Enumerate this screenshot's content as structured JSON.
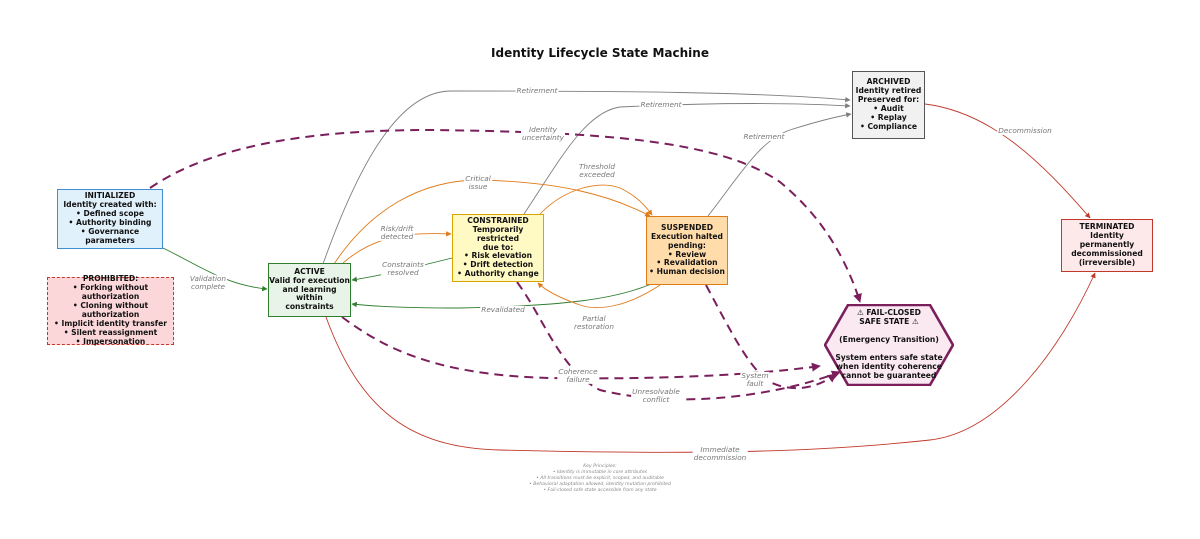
{
  "diagram": {
    "title": "Identity Lifecycle State Machine",
    "colors": {
      "gray": "#7f7f7f",
      "green": "#2f7d2f",
      "orange": "#e07b1a",
      "red": "#c0392b",
      "purple": "#7a1f5c"
    },
    "nodes": {
      "initialized": "INITIALIZED\nIdentity created with:\n• Defined scope\n• Authority binding\n• Governance parameters",
      "active": "ACTIVE\nValid for execution\nand learning within\nconstraints",
      "constrained": "CONSTRAINED\nTemporarily restricted\ndue to:\n• Risk elevation\n• Drift detection\n• Authority change",
      "suspended": "SUSPENDED\nExecution halted\npending:\n• Review\n• Revalidation\n• Human decision",
      "archived": "ARCHIVED\nIdentity retired\nPreserved for:\n• Audit\n• Replay\n• Compliance",
      "terminated": "TERMINATED\nIdentity permanently\ndecommissioned\n(irreversible)",
      "prohibited": "PROHIBITED:\n• Forking without authorization\n• Cloning without authorization\n• Implicit identity transfer\n• Silent reassignment\n• Impersonation",
      "failclosed": "⚠ FAIL-CLOSED\nSAFE STATE ⚠\n\n(Emergency Transition)\n\nSystem enters safe state\nwhen identity coherence\ncannot be guaranteed"
    },
    "edge_labels": {
      "validation_complete": "Validation\ncomplete",
      "risk_drift_detected": "Risk/drift\ndetected",
      "constraints_resolved": "Constraints\nresolved",
      "critical_issue": "Critical\nissue",
      "threshold_exceeded": "Threshold\nexceeded",
      "revalidated": "Revalidated",
      "partial_restoration": "Partial\nrestoration",
      "retirement_active": "Retirement",
      "retirement_constrained": "Retirement",
      "retirement_suspended": "Retirement",
      "decommission": "Decommission",
      "immediate_decommission": "Immediate\ndecommission",
      "identity_uncertainty": "Identity\nuncertainty",
      "coherence_failure": "Coherence\nfailure",
      "unresolvable_conflict": "Unresolvable\nconflict",
      "system_fault": "System\nfault"
    },
    "principles": "Key Principles:\n• Identity is immutable in core attributes\n• All transitions must be explicit, scoped, and auditable\n• Behavioral adaptation allowed, identity mutation prohibited\n• Fail-closed safe state accessible from any state"
  }
}
